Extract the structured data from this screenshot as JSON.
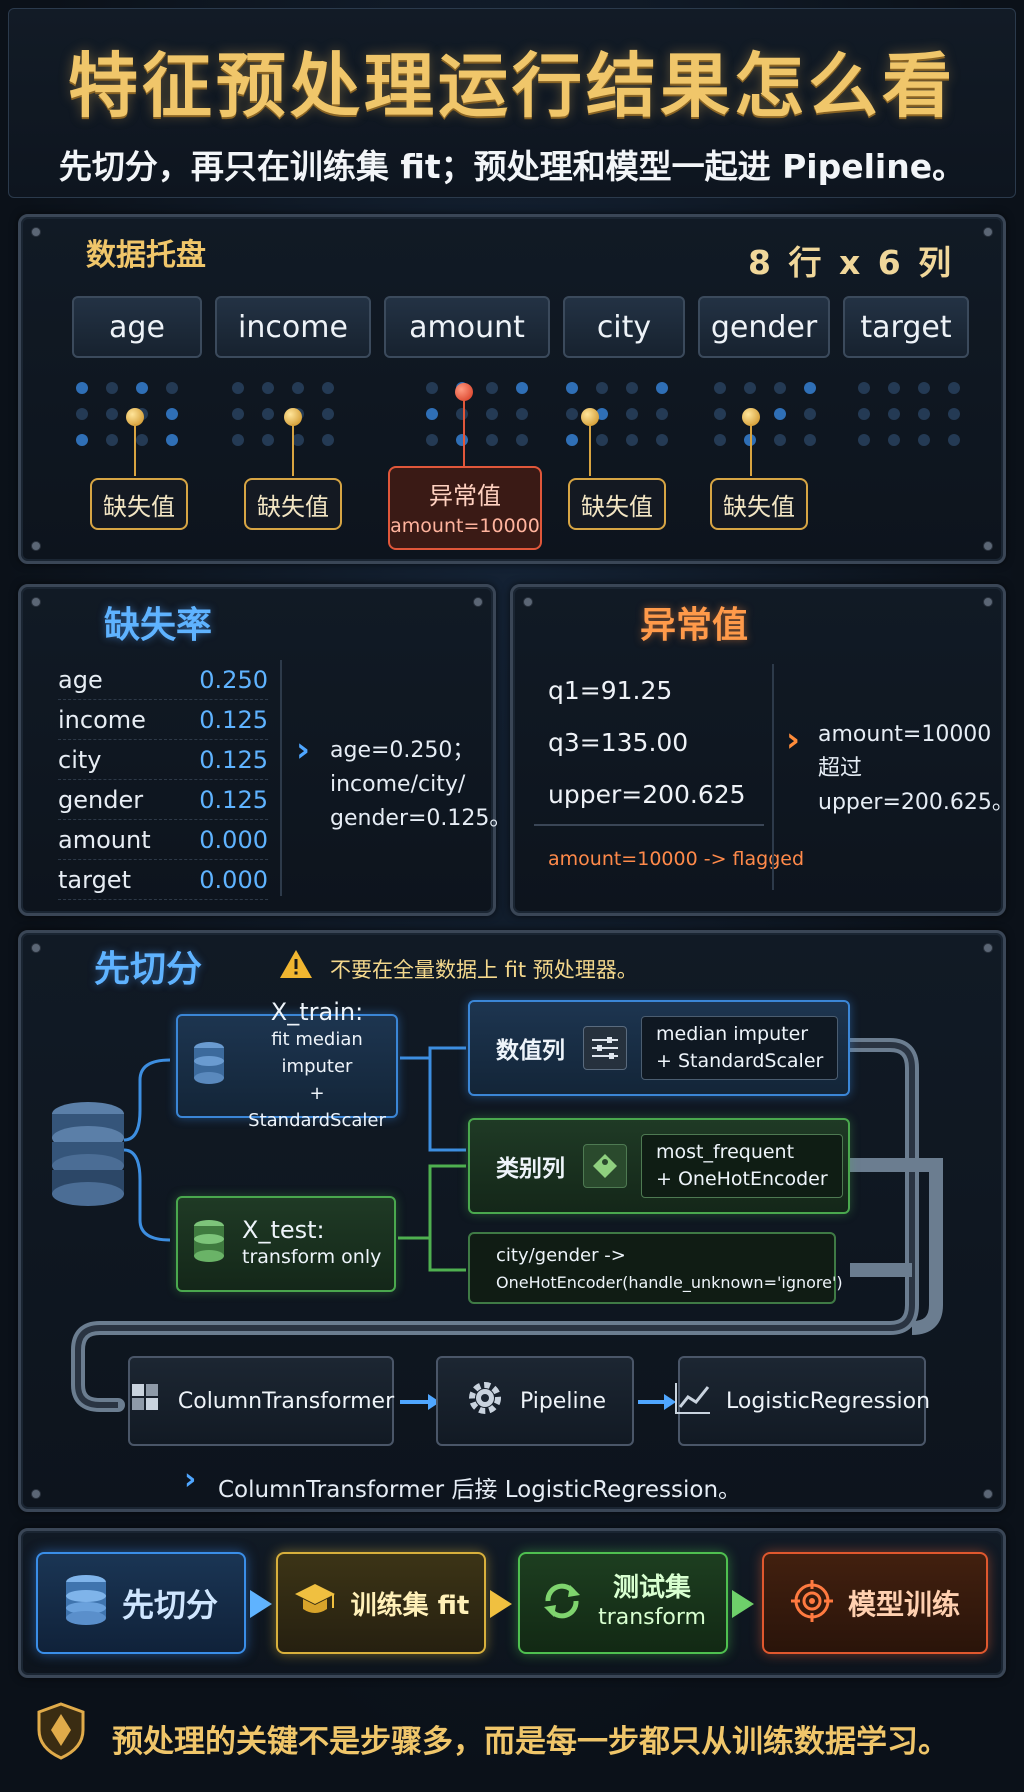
{
  "header": {
    "title": "特征预处理运行结果怎么看",
    "subtitle": "先切分，再只在训练集 fit；预处理和模型一起进 Pipeline。"
  },
  "tray": {
    "title": "数据托盘",
    "shape": "8 行 x 6 列",
    "columns": [
      "age",
      "income",
      "amount",
      "city",
      "gender",
      "target"
    ],
    "missing_tag": "缺失值",
    "outlier_tag_title": "异常值",
    "outlier_tag_value": "amount=10000"
  },
  "missing_rate": {
    "title": "缺失率",
    "rows": [
      {
        "key": "age",
        "value": "0.250"
      },
      {
        "key": "income",
        "value": "0.125"
      },
      {
        "key": "city",
        "value": "0.125"
      },
      {
        "key": "gender",
        "value": "0.125"
      },
      {
        "key": "amount",
        "value": "0.000"
      },
      {
        "key": "target",
        "value": "0.000"
      }
    ],
    "note_line1": "age=0.250；",
    "note_line2": "income/city/",
    "note_line3": "gender=0.125。"
  },
  "outlier": {
    "title": "异常值",
    "q1": "q1=91.25",
    "q3": "q3=135.00",
    "upper": "upper=200.625",
    "flag": "amount=10000 -> flagged",
    "note_line1": "amount=10000",
    "note_line2": "超过",
    "note_line3": "upper=200.625。"
  },
  "split": {
    "title": "先切分",
    "warning": "不要在全量数据上 fit 预处理器。",
    "x_train_title": "X_train:",
    "x_train_line1": "fit median imputer",
    "x_train_line2": "+ StandardScaler",
    "x_test_title": "X_test:",
    "x_test_line1": "transform only",
    "numeric_label": "数值列",
    "numeric_line1": "median imputer",
    "numeric_line2": "+ StandardScaler",
    "categorical_label": "类别列",
    "categorical_line1": "most_frequent",
    "categorical_line2": "+ OneHotEncoder",
    "encoder_line1": "city/gender ->",
    "encoder_line2": "OneHotEncoder(handle_unknown='ignore')",
    "pipe_1": "ColumnTransformer",
    "pipe_2": "Pipeline",
    "pipe_3": "LogisticRegression",
    "summary": "ColumnTransformer 后接 LogisticRegression。"
  },
  "flow": {
    "step1": "先切分",
    "step2": "训练集 fit",
    "step3_line1": "测试集",
    "step3_line2": "transform",
    "step4": "模型训练"
  },
  "footer": {
    "text": "预处理的关键不是步骤多，而是每一步都只从训练数据学习。"
  },
  "colors": {
    "gold": "#f0c66a",
    "blue": "#5fb3ff",
    "orange": "#ff9a4a",
    "green": "#4fc050",
    "red": "#e0582e"
  }
}
